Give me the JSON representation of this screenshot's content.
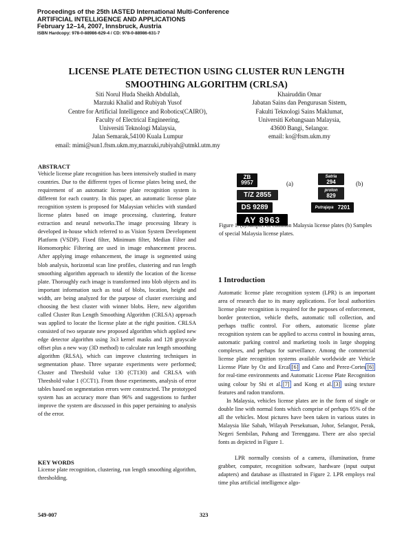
{
  "header": {
    "line1": "Proceedings of the 25th IASTED International Multi-Conference",
    "line2": "ARTIFICIAL INTELLIGENCE AND APPLICATIONS",
    "line3": "February 12–14, 2007,  Innsbruck, Austria",
    "line4": "ISBN Hardcopy:  978-0-88986-629-4 / CD: 978-0-88986-631-7"
  },
  "title": {
    "line1": "LICENSE PLATE DETECTION USING CLUSTER RUN LENGTH",
    "line2": "SMOOTHING ALGORITHM (CRLSA)"
  },
  "authors_left": {
    "l1": "Siti Norul Huda Sheikh Abdullah,",
    "l2": "Marzuki Khalid and Rubiyah Yusof",
    "l3": "Centre for Artificial Intelligence and Robotics(CAIRO),",
    "l4": "Faculty of Electrical Engineering,",
    "l5": "Universiti Teknologi Malaysia,",
    "l6": "Jalan Semarak,54100 Kuala Lumpur",
    "l7": "email: mimi@sun1.ftsm.ukm.my,marzuki,rubiyah@utmkl.utm.my"
  },
  "authors_right": {
    "l1": "Khairuddin Omar",
    "l2": "Jabatan Sains dan Pengurusan Sistem,",
    "l3": "Fakulti Teknologi Sains Maklumat,",
    "l4": "Universiti Kebangsaan Malaysia,",
    "l5": "43600 Bangi, Selangor.",
    "l6": "email: ko@ftsm.ukm.my"
  },
  "abstract": {
    "heading": "ABSTRACT",
    "text": "Vehicle license plate recognition has been intensively studied in many countries. Due to the different types of license plates being used, the requirement of an automatic license plate recognition system is different for each country. In this paper, an automatic license plate recognition system is proposed for Malaysian vehicles with standard license plates based on image processing, clustering, feature extraction and neural networks.The image processing library is developed in-house which referred to as Vision System Development Platform (VSDP). Fixed filter, Minimum filter, Median Filter and Homomorphic Filtering are used in image enhancement process. After applying image enhancement, the image is segmented using blob analysis, horizontal scan line profiles, clustering and run length smoothing algorithm approach to identify the location of the license plate. Thoroughly each image is transformed into blob objects and its important information such as total of blobs, location, height and width, are being analyzed for the purpose of cluster exercising and choosing the best cluster with winner blobs. Here, new algorithm called Cluster Run Length Smoothing Algorithm (CRLSA) approach was applied to locate the license plate at the right position. CRLSA consisted of two separate new proposed algorithm which applied new edge detector algorithm using 3x3 kernel masks and 128 grayscale offset plus a new way (3D method) to calculate run length smoothing algorithm (RLSA), which can improve clustering techniques in segmentation phase. Three separate experiments were performed; Cluster and Threshold value 130 (CT130) and CRLSA with Threshold value 1 (CCT1). From those experiments, analysis of error tables based on segmentation errors were constructed. The prototyped system has an accuracy more than 96% and suggestions to further improve the system are discussed in this paper pertaining to analysis of the error."
  },
  "keywords": {
    "heading": "KEY WORDS",
    "text": "License plate recognition, clustering, run length smoothing algorithm, thresholding."
  },
  "figure": {
    "plates_a": [
      "ZB",
      "9957",
      "T/Z 2855",
      "DS 9289",
      "AY 8963"
    ],
    "plates_b": [
      "Satria",
      "294",
      "proton",
      "829",
      "Putrajaya",
      "7201"
    ],
    "label_a": "(a)",
    "label_b": "(b)",
    "caption": "Figure 1.  (a)Samples of common Malaysia license plates (b) Samples of special Malaysia license plates."
  },
  "intro": {
    "heading": "1   Introduction",
    "p1_a": "Automatic license plate recognition system (LPR) is an important area of research due to its many applications. For local authorities license plate recognition is required for the purposes of enforcement, border protection, vehicle thefts, automatic toll collection, and perhaps traffic control. For others, automatic license plate recognition system can be applied to access control in housing areas, automatic parking control and marketing tools in large shopping complexes, and perhaps for surveillance. Among the commercial license plate recognition systems available worldwide are Vehicle License Plate by Oz and Ercal",
    "ref6a": "[6]",
    "p1_b": " and Cano and Perez-Cortes",
    "ref6b": "[6]",
    "p1_c": " for real-time environments and Automatic License Plate Recognition using colour by Shi et al.",
    "ref7": "[7]",
    "p1_d": " and Kong et al.",
    "ref3": "[3]",
    "p1_e": " using texture features and radon transform.",
    "p2": "In Malaysia, vehicles license plates are in the form of single or double line with normal fonts which comprise of perhaps 95% of the all the vehicles. Most pictures have been taken in various states in Malaysia like Sabah, Wilayah Persekutuan, Johor, Selangor, Perak, Negeri Sembilan, Pahang and Terengganu. There are also special fonts as depicted in Figure 1.",
    "p3": "LPR normally consists of a camera, illumination, frame grabber, computer, recognition software, hardware (input output adapters) and database as illustrated in Figure 2. LPR employs real time plus artificial intelligence algo-"
  },
  "footer": {
    "left": "549-007",
    "center": "323"
  }
}
